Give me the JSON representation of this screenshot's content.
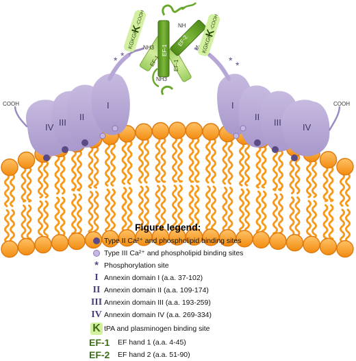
{
  "labels": {
    "cooh": "COOH",
    "nh3": "NH3",
    "nh": "NH",
    "domains": [
      "I",
      "II",
      "III",
      "IV"
    ],
    "k_seq": "KGKGK",
    "k_big": "K",
    "k_cooh": "-COOH",
    "ef1": "EF-1",
    "ef2": "EF-2",
    "star": "*"
  },
  "legend": {
    "title": "Figure legend:",
    "items": [
      {
        "symbol": "type2-dot",
        "sym": "",
        "text": "Type II Ca²⁺ and phospholipid binding sites"
      },
      {
        "symbol": "type3-dot",
        "sym": "",
        "text": "Type III Ca²⁺ and phospholipid binding sites"
      },
      {
        "symbol": "star",
        "sym": "*",
        "text": "Phosphorylation site"
      },
      {
        "symbol": "roman",
        "sym": "I",
        "text": "Annexin domain I (a.a. 37-102)"
      },
      {
        "symbol": "roman",
        "sym": "II",
        "text": "Annexin domain II (a.a. 109-174)"
      },
      {
        "symbol": "roman",
        "sym": "III",
        "text": "Annexin domain III (a.a. 193-259)"
      },
      {
        "symbol": "roman",
        "sym": "IV",
        "text": "Annexin domain IV (a.a. 269-334)"
      },
      {
        "symbol": "k",
        "sym": "K",
        "text": "tPA and plasminogen binding site"
      },
      {
        "symbol": "ef",
        "sym": "EF-1",
        "text": "EF hand 1 (a.a. 4-45)"
      },
      {
        "symbol": "ef",
        "sym": "EF-2",
        "text": "EF hand 2 (a.a. 51-90)"
      }
    ]
  },
  "colors": {
    "membrane": "#f7a22b",
    "membrane_stroke": "#e07b10",
    "annexin": "#b6a7d6",
    "annexin_dark": "#8b7bb7",
    "site2": "#5a4a86",
    "site3": "#c6b8e2",
    "s100_dark": "#5e9a22",
    "s100_light": "#a8d468",
    "k_highlight": "#d3f0a0"
  }
}
